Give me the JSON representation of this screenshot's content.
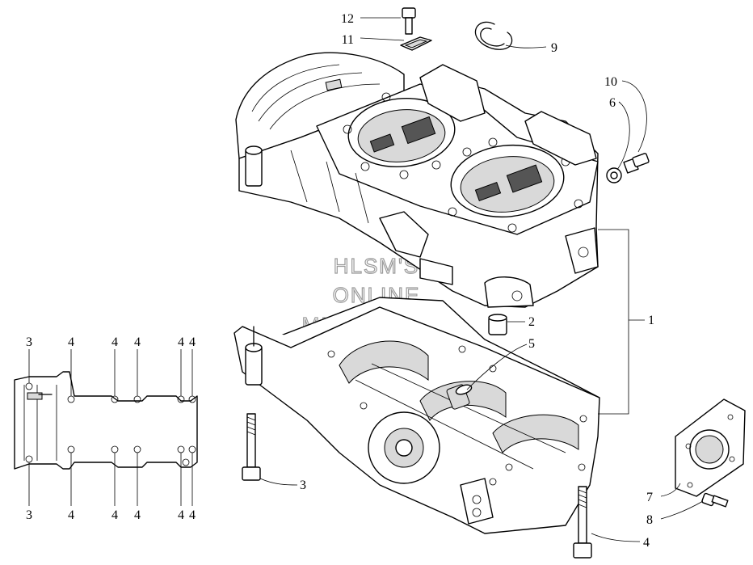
{
  "watermark": {
    "line1": "HLSM'S",
    "line2": "ONLINE",
    "line3": "MICROFICHE"
  },
  "callouts": {
    "c1": "1",
    "c2": "2",
    "c3_bolt": "3",
    "c3_tl": "3",
    "c3_bl": "3",
    "c4_bolt": "4",
    "c4_t1": "4",
    "c4_t2": "4",
    "c4_t3": "4",
    "c4_t4": "4",
    "c4_t5": "4",
    "c4_b1": "4",
    "c4_b2": "4",
    "c4_b3": "4",
    "c4_b4": "4",
    "c4_b5": "4",
    "c5": "5",
    "c6": "6",
    "c7": "7",
    "c8": "8",
    "c9": "9",
    "c10": "10",
    "c11": "11",
    "c12": "12"
  }
}
